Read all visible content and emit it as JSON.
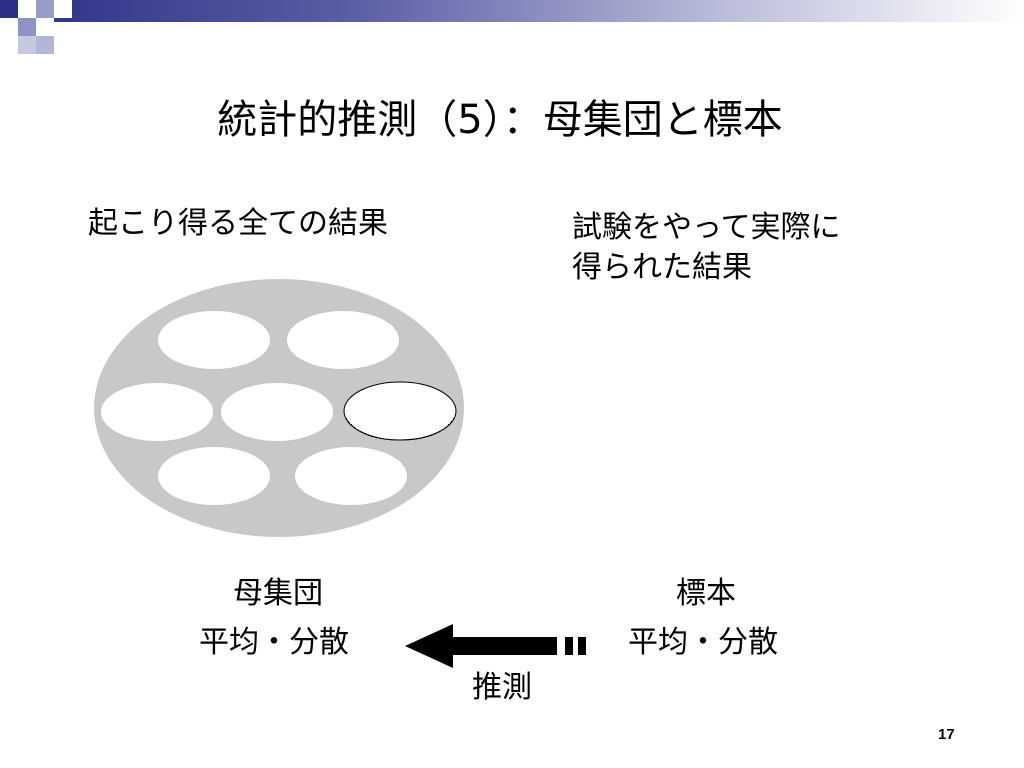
{
  "slide": {
    "title": "統計的推測（5）：母集団と標本",
    "left_caption": "起こり得る全ての結果",
    "right_caption_line1": "試験をやって実際に",
    "right_caption_line2": "得られた結果",
    "population_label": "母集団",
    "population_stats": "平均・分散",
    "sample_label": "標本",
    "sample_stats": "平均・分散",
    "inference_label": "推測",
    "page_number": "17"
  },
  "colors": {
    "header_dark": "#2b2f86",
    "population_fill": "#c8c8c8",
    "outcome_fill": "#ffffff",
    "arrow": "#000000"
  },
  "icons": {
    "arrow": "left-arrow-icon"
  }
}
